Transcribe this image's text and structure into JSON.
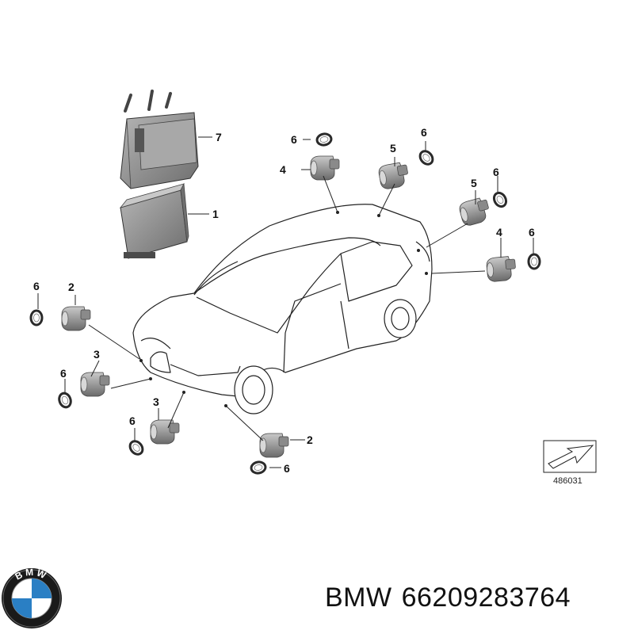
{
  "callouts": {
    "n1": "1",
    "n2": "2",
    "n3": "3",
    "n4": "4",
    "n5": "5",
    "n6": "6",
    "n7": "7"
  },
  "reference_code": "486031",
  "logo": {
    "letters": "BMW",
    "colors": {
      "blue": "#2a7fc4",
      "ring": "#1a1a1a",
      "white": "#ffffff"
    }
  },
  "caption": {
    "brand": "BMW",
    "part_number": "66209283764"
  },
  "colors": {
    "line": "#222222",
    "part_fill": "#9a9a9a",
    "part_dark": "#6f6f6f",
    "part_light": "#c4c4c4"
  }
}
